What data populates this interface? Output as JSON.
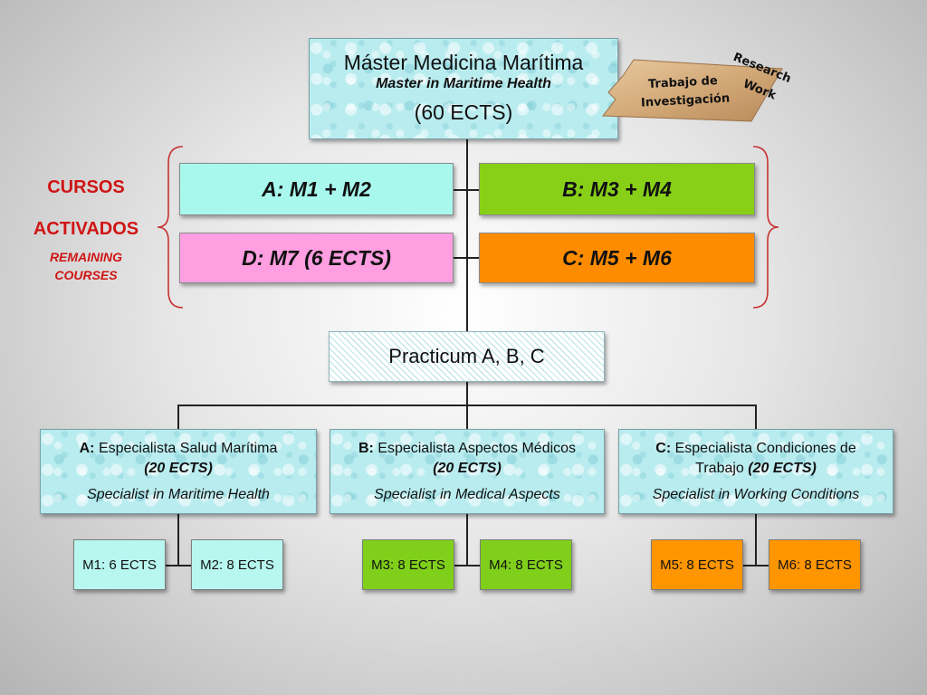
{
  "master": {
    "title_es": "Máster Medicina Marítima",
    "title_en": "Master in Maritime Health",
    "credits": "(60 ECTS)"
  },
  "research": {
    "es_line1": "Trabajo de",
    "es_line2": "Investigación",
    "en_line1": "Research",
    "en_line2": "Work"
  },
  "remaining": {
    "es_line1": "CURSOS",
    "es_line2": "ACTIVADOS",
    "en_line1": "REMAINING",
    "en_line2": "COURSES"
  },
  "courses": {
    "a": "A: M1 + M2",
    "b": "B: M3 + M4",
    "d": "D: M7 (6 ECTS)",
    "c": "C: M5 + M6"
  },
  "practicum": "Practicum A, B, C",
  "specialists": [
    {
      "letter": "A:",
      "name": "Especialista Salud Marítima",
      "credits": "(20 ECTS)",
      "english": "Specialist in Maritime Health"
    },
    {
      "letter": "B:",
      "name": "Especialista Aspectos Médicos",
      "credits": "(20 ECTS)",
      "english": "Specialist in Medical Aspects"
    },
    {
      "letter": "C:",
      "name": "Especialista Condiciones de Trabajo",
      "credits": "(20 ECTS)",
      "english": "Specialist in Working Conditions"
    }
  ],
  "modules": [
    "M1: 6 ECTS",
    "M2: 8 ECTS",
    "M3: 8 ECTS",
    "M4: 8 ECTS",
    "M5: 8 ECTS",
    "M6: 8 ECTS"
  ],
  "colors": {
    "course_a": "#a8f8ee",
    "course_b": "#88d018",
    "course_d": "#ff9ee0",
    "course_c": "#ff8c00",
    "module_a": "#b7f7ef",
    "module_b": "#7fcf1b",
    "module_c": "#ff9500",
    "accent_red": "#d01414"
  }
}
